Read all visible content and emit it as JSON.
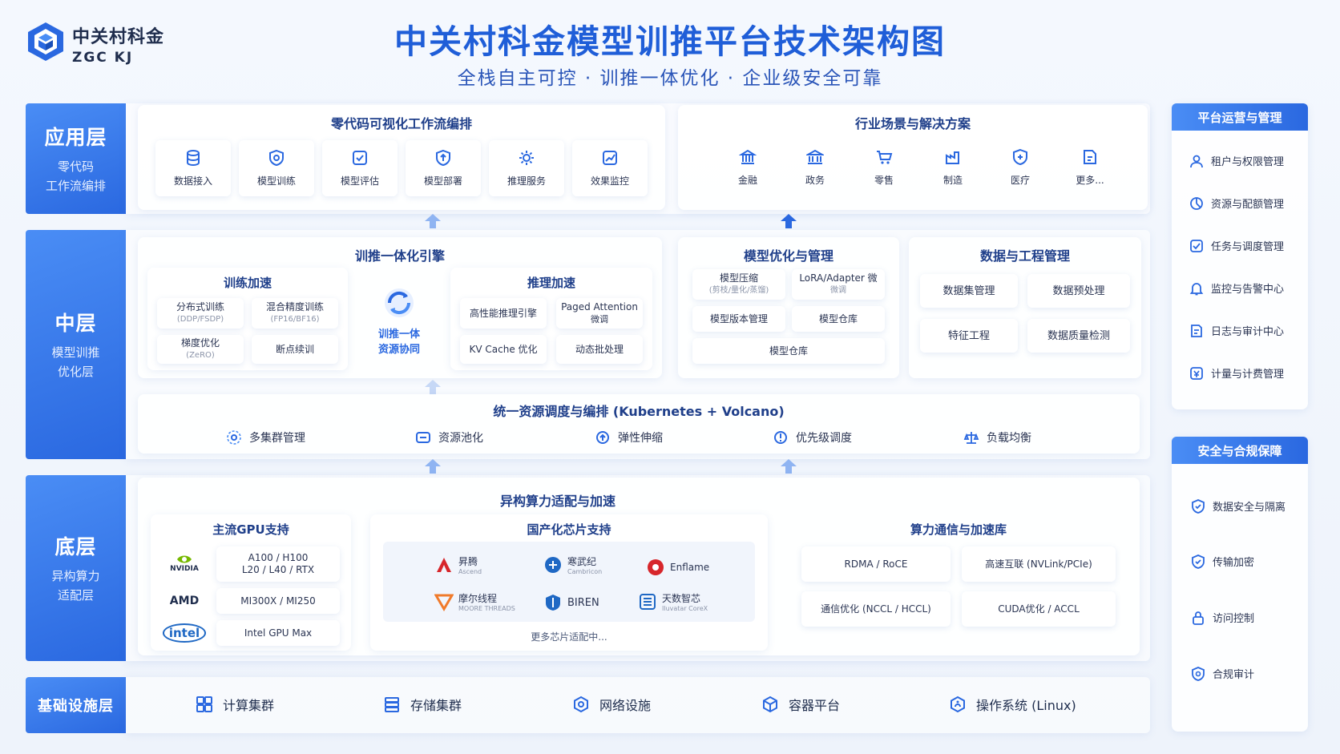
{
  "brand": {
    "name_cn": "中关村科金",
    "name_en": "ZGC KJ"
  },
  "title": "中关村科金模型训推平台技术架构图",
  "subtitle": "全栈自主可控 · 训推一体优化 · 企业级安全可靠",
  "colors": {
    "primary": "#2a68e0",
    "title": "#1f5ed8",
    "accent_light": "#4a8df5"
  },
  "layers": {
    "app": {
      "name": "应用层",
      "sub1": "零代码",
      "sub2": "工作流编排"
    },
    "mid": {
      "name": "中层",
      "sub1": "模型训推",
      "sub2": "优化层"
    },
    "bottom": {
      "name": "底层",
      "sub1": "异构算力",
      "sub2": "适配层"
    },
    "infra": {
      "name": "基础设施层"
    }
  },
  "workflow": {
    "title": "零代码可视化工作流编排",
    "items": [
      {
        "label": "数据接入",
        "icon": "database-icon"
      },
      {
        "label": "模型训练",
        "icon": "shield-gear-icon"
      },
      {
        "label": "模型评估",
        "icon": "check-chart-icon"
      },
      {
        "label": "模型部署",
        "icon": "deploy-icon"
      },
      {
        "label": "推理服务",
        "icon": "gear-icon"
      },
      {
        "label": "效果监控",
        "icon": "monitor-chart-icon"
      }
    ]
  },
  "industry": {
    "title": "行业场景与解决方案",
    "items": [
      {
        "label": "金融",
        "icon": "bank-icon"
      },
      {
        "label": "政务",
        "icon": "government-icon"
      },
      {
        "label": "零售",
        "icon": "cart-icon"
      },
      {
        "label": "制造",
        "icon": "factory-icon"
      },
      {
        "label": "医疗",
        "icon": "medical-shield-icon"
      },
      {
        "label": "更多...",
        "icon": "more-icon"
      }
    ]
  },
  "engine": {
    "title": "训推一体化引擎",
    "train": {
      "title": "训练加速",
      "c1": "分布式训练",
      "c1s": "(DDP/FSDP)",
      "c2": "混合精度训练",
      "c2s": "(FP16/BF16)",
      "c3": "梯度优化",
      "c3s": "(ZeRO)",
      "c4": "断点续训"
    },
    "center": {
      "l1": "训推一体",
      "l2": "资源协同"
    },
    "infer": {
      "title": "推理加速",
      "c1": "高性能推理引擎",
      "c2": "Paged Attention",
      "c2s": "微调",
      "c3": "KV Cache 优化",
      "c4": "动态批处理"
    }
  },
  "model_mgmt": {
    "title": "模型优化与管理",
    "c1": "模型压缩",
    "c1s": "(剪枝/量化/蒸馏)",
    "c2": "LoRA/Adapter 微",
    "c2s": "微调",
    "c3": "模型版本管理",
    "c4": "模型仓库",
    "c5": "模型仓库"
  },
  "data_mgmt": {
    "title": "数据与工程管理",
    "c1": "数据集管理",
    "c2": "数据预处理",
    "c3": "特征工程",
    "c4": "数据质量检测"
  },
  "scheduler": {
    "title": "统一资源调度与编排 (Kubernetes + Volcano)",
    "items": [
      {
        "label": "多集群管理",
        "icon": "cluster-icon"
      },
      {
        "label": "资源池化",
        "icon": "pool-icon"
      },
      {
        "label": "弹性伸缩",
        "icon": "scale-icon"
      },
      {
        "label": "优先级调度",
        "icon": "priority-icon"
      },
      {
        "label": "负载均衡",
        "icon": "balance-icon"
      }
    ]
  },
  "compute": {
    "title": "异构算力适配与加速",
    "gpu": {
      "title": "主流GPU支持",
      "rows": [
        {
          "vendor": "NVIDIA",
          "model1": "A100 / H100",
          "model2": "L20 / L40 / RTX"
        },
        {
          "vendor": "AMD",
          "model1": "MI300X / MI250",
          "model2": ""
        },
        {
          "vendor": "intel",
          "model1": "Intel GPU Max",
          "model2": ""
        }
      ]
    },
    "domestic": {
      "title": "国产化芯片支持",
      "chips": [
        {
          "name": "昇腾",
          "sub": "Ascend"
        },
        {
          "name": "寒武纪",
          "sub": "Cambricon"
        },
        {
          "name": "Enflame",
          "sub": ""
        },
        {
          "name": "摩尔线程",
          "sub": "MOORE THREADS"
        },
        {
          "name": "BIREN",
          "sub": ""
        },
        {
          "name": "天数智芯",
          "sub": "Iluvatar CoreX"
        }
      ],
      "more": "更多芯片适配中..."
    },
    "comm": {
      "title": "算力通信与加速库",
      "c1": "RDMA / RoCE",
      "c2": "高速互联 (NVLink/PCIe)",
      "c3": "通信优化 (NCCL / HCCL)",
      "c4": "CUDA优化 / ACCL"
    }
  },
  "infra": {
    "items": [
      {
        "label": "计算集群",
        "icon": "compute-cluster-icon"
      },
      {
        "label": "存储集群",
        "icon": "storage-icon"
      },
      {
        "label": "网络设施",
        "icon": "network-icon"
      },
      {
        "label": "容器平台",
        "icon": "container-icon"
      },
      {
        "label": "操作系统 (Linux)",
        "icon": "os-icon"
      }
    ]
  },
  "ops": {
    "title": "平台运营与管理",
    "items": [
      {
        "label": "租户与权限管理",
        "icon": "user-icon"
      },
      {
        "label": "资源与配额管理",
        "icon": "quota-icon"
      },
      {
        "label": "任务与调度管理",
        "icon": "task-icon"
      },
      {
        "label": "监控与告警中心",
        "icon": "alarm-icon"
      },
      {
        "label": "日志与审计中心",
        "icon": "log-icon"
      },
      {
        "label": "计量与计费管理",
        "icon": "billing-icon"
      }
    ]
  },
  "security": {
    "title": "安全与合规保障",
    "items": [
      {
        "label": "数据安全与隔离",
        "icon": "data-shield-icon"
      },
      {
        "label": "传输加密",
        "icon": "encrypt-icon"
      },
      {
        "label": "访问控制",
        "icon": "lock-icon"
      },
      {
        "label": "合规审计",
        "icon": "audit-icon"
      }
    ]
  }
}
